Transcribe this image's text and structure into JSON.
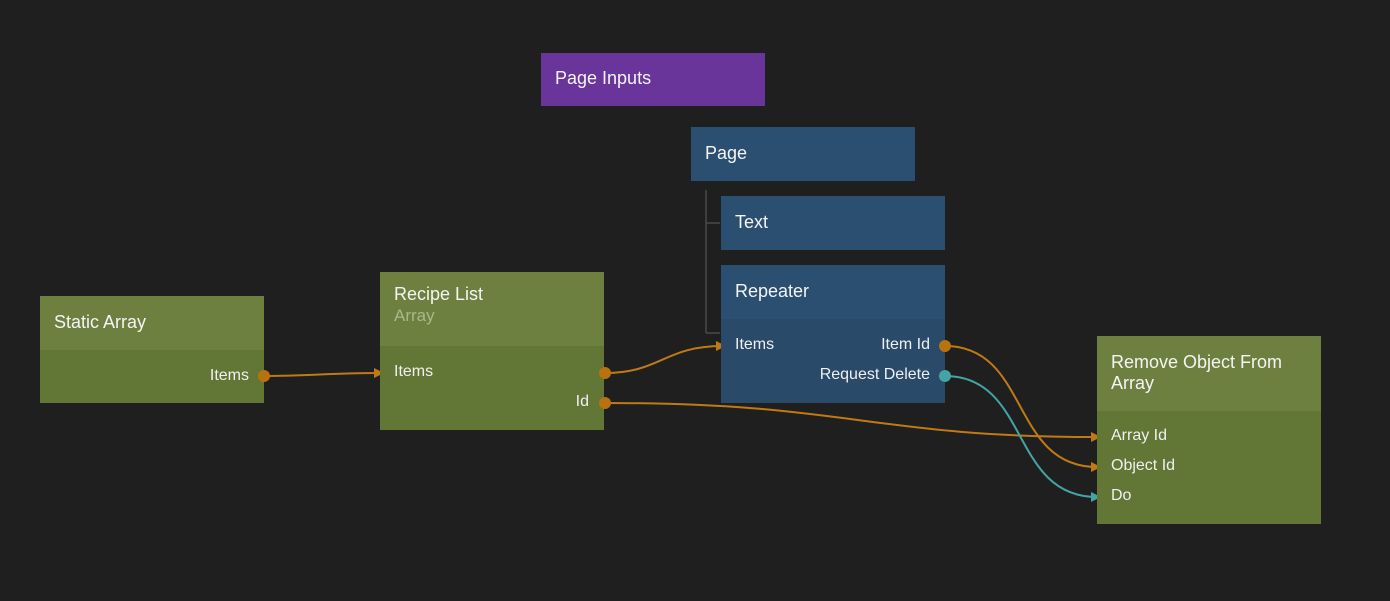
{
  "nodes": {
    "page_inputs": {
      "title": "Page Inputs",
      "color": "#6a359b"
    },
    "page": {
      "title": "Page",
      "color": "#2b4f71"
    },
    "text": {
      "title": "Text",
      "color": "#2b4f71"
    },
    "repeater": {
      "title": "Repeater",
      "color": "#2b4f71",
      "inputs": [
        "Items"
      ],
      "outputs": [
        "Item Id",
        "Request Delete"
      ]
    },
    "static_array": {
      "title": "Static Array",
      "color": "#6e8040",
      "outputs": [
        "Items"
      ]
    },
    "recipe_list": {
      "title": "Recipe List",
      "subtitle": "Array",
      "color": "#6e8040",
      "inputs": [
        "Items"
      ],
      "outputs": [
        "Id"
      ]
    },
    "remove_object": {
      "title": "Remove Object From Array",
      "color": "#6e8040",
      "inputs": [
        "Array Id",
        "Object Id",
        "Do"
      ]
    }
  },
  "connections": [
    {
      "from": "Static Array.Items",
      "to": "Recipe List.Items",
      "type": "data"
    },
    {
      "from": "Recipe List.Items",
      "to": "Repeater.Items",
      "type": "data"
    },
    {
      "from": "Recipe List.Id",
      "to": "Remove Object From Array.Array Id",
      "type": "data"
    },
    {
      "from": "Repeater.Item Id",
      "to": "Remove Object From Array.Object Id",
      "type": "data"
    },
    {
      "from": "Repeater.Request Delete",
      "to": "Remove Object From Array.Do",
      "type": "signal"
    }
  ],
  "colors": {
    "background": "#1f1f1f",
    "data_wire": "#c07a14",
    "signal_wire": "#45a3a3",
    "hierarchy_line": "#4a4a4a"
  }
}
